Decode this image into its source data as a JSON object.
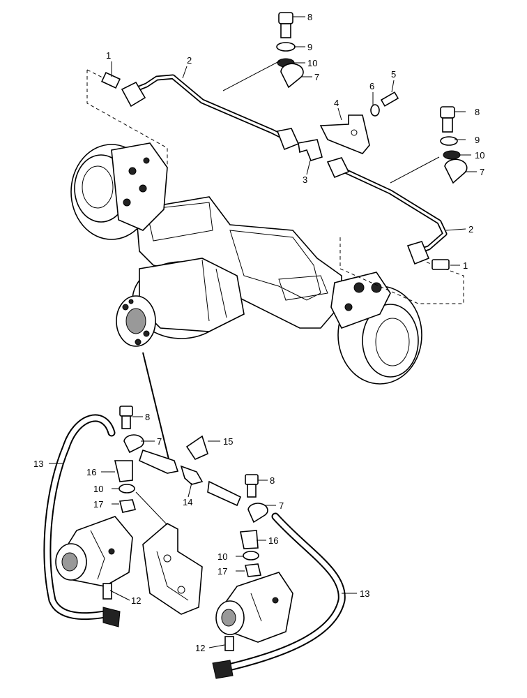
{
  "callouts": [
    {
      "id": "c1a",
      "text": "1"
    },
    {
      "id": "c2a",
      "text": "2"
    },
    {
      "id": "c8a",
      "text": "8"
    },
    {
      "id": "c9a",
      "text": "9"
    },
    {
      "id": "c10a",
      "text": "10"
    },
    {
      "id": "c7a",
      "text": "7"
    },
    {
      "id": "c4",
      "text": "4"
    },
    {
      "id": "c6",
      "text": "6"
    },
    {
      "id": "c5",
      "text": "5"
    },
    {
      "id": "c3",
      "text": "3"
    },
    {
      "id": "c8b",
      "text": "8"
    },
    {
      "id": "c9b",
      "text": "9"
    },
    {
      "id": "c10b",
      "text": "10"
    },
    {
      "id": "c7b",
      "text": "7"
    },
    {
      "id": "c2b",
      "text": "2"
    },
    {
      "id": "c1b",
      "text": "1"
    },
    {
      "id": "c8c",
      "text": "8"
    },
    {
      "id": "c7c",
      "text": "7"
    },
    {
      "id": "c15",
      "text": "15"
    },
    {
      "id": "c13a",
      "text": "13"
    },
    {
      "id": "c16a",
      "text": "16"
    },
    {
      "id": "c10c",
      "text": "10"
    },
    {
      "id": "c17a",
      "text": "17"
    },
    {
      "id": "c14",
      "text": "14"
    },
    {
      "id": "c8d",
      "text": "8"
    },
    {
      "id": "c7d",
      "text": "7"
    },
    {
      "id": "c16b",
      "text": "16"
    },
    {
      "id": "c10d",
      "text": "10"
    },
    {
      "id": "c17b",
      "text": "17"
    },
    {
      "id": "c13b",
      "text": "13"
    },
    {
      "id": "c12a",
      "text": "12"
    },
    {
      "id": "c12b",
      "text": "12"
    }
  ]
}
